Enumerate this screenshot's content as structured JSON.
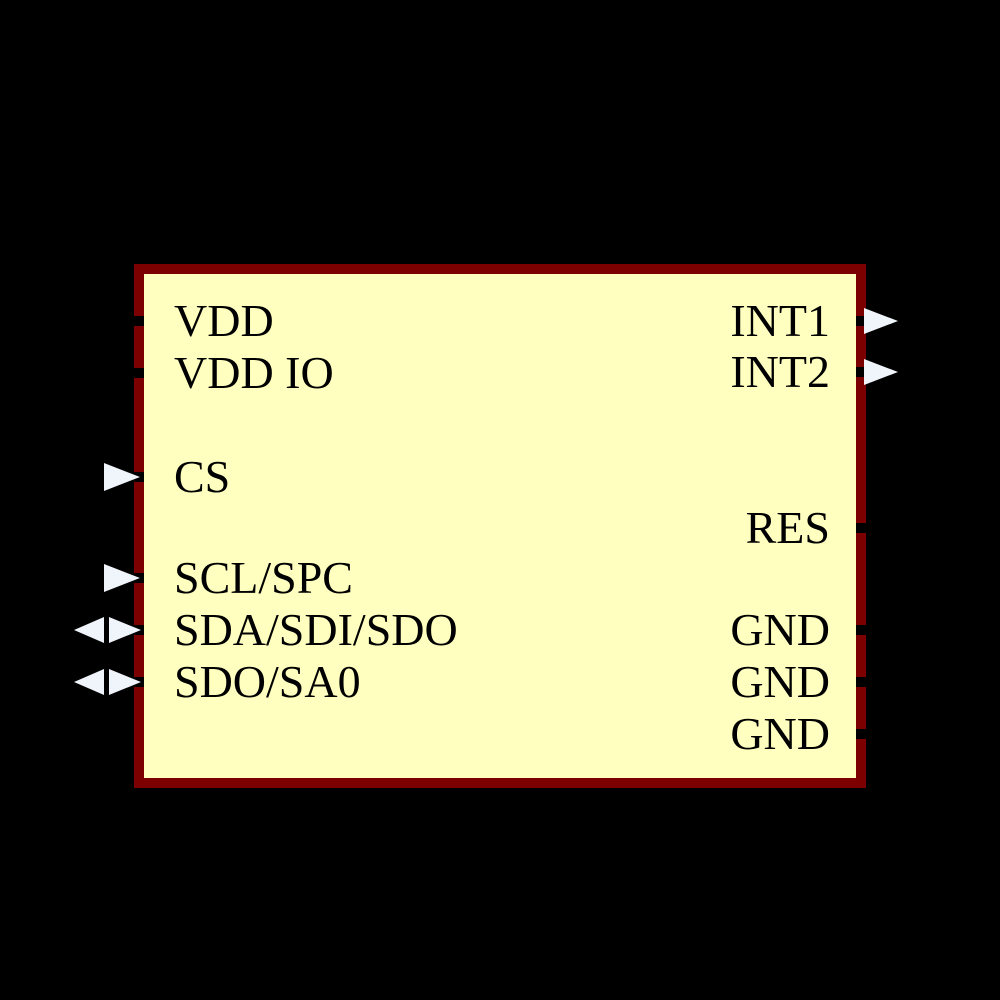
{
  "component": {
    "kind": "schematic-ic-symbol",
    "colors": {
      "background": "#000000",
      "body_fill": "#FFFFC0",
      "body_border": "#7D0000",
      "pin_arrow": "#F0F4FB",
      "label_text": "#000000"
    },
    "icons": {
      "input": "right-arrow-icon",
      "output": "right-arrow-icon",
      "bidirectional": "double-horizontal-arrow-icon",
      "passive": "pin-stub"
    },
    "pins_left": [
      {
        "label": "VDD",
        "direction": "passive"
      },
      {
        "label": "VDD IO",
        "direction": "passive"
      },
      {
        "label": "CS",
        "direction": "input"
      },
      {
        "label": "SCL/SPC",
        "direction": "input"
      },
      {
        "label": "SDA/SDI/SDO",
        "direction": "bidirectional"
      },
      {
        "label": "SDO/SA0",
        "direction": "bidirectional"
      }
    ],
    "pins_right": [
      {
        "label": "INT1",
        "direction": "output"
      },
      {
        "label": "INT2",
        "direction": "output"
      },
      {
        "label": "RES",
        "direction": "passive"
      },
      {
        "label": "GND",
        "direction": "passive"
      },
      {
        "label": "GND",
        "direction": "passive"
      },
      {
        "label": "GND",
        "direction": "passive"
      }
    ]
  }
}
